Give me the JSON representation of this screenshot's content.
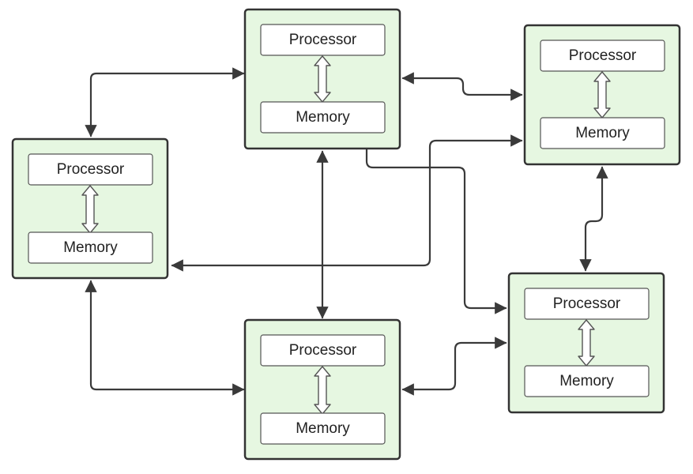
{
  "colors": {
    "node_fill": "#e6f7e1",
    "node_stroke": "#333333",
    "connector": "#3a3a3a"
  },
  "nodes": [
    {
      "processor_label": "Processor",
      "memory_label": "Memory"
    },
    {
      "processor_label": "Processor",
      "memory_label": "Memory"
    },
    {
      "processor_label": "Processor",
      "memory_label": "Memory"
    },
    {
      "processor_label": "Processor",
      "memory_label": "Memory"
    },
    {
      "processor_label": "Processor",
      "memory_label": "Memory"
    }
  ]
}
